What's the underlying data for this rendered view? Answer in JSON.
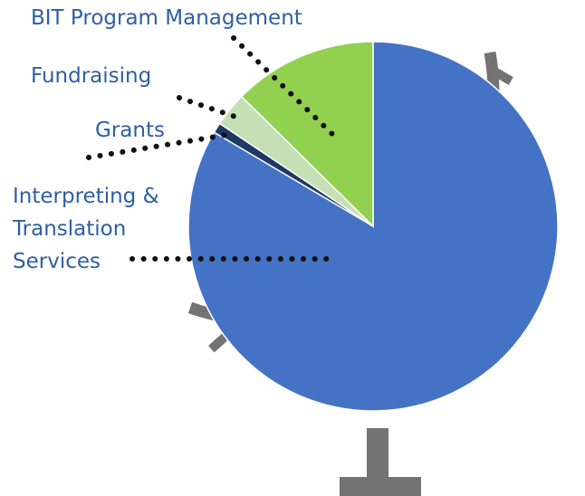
{
  "colors": {
    "label_text": "#2e5fa3",
    "stand": "#737373",
    "leader": "#111111"
  },
  "chart_data": {
    "type": "pie",
    "title": "",
    "slices": [
      {
        "label": "Interpreting & Translation Services",
        "lines": [
          "Interpreting &",
          "Translation",
          "Services"
        ],
        "value": 83.5,
        "color": "#4472c4"
      },
      {
        "label": "Grants",
        "lines": [
          "Grants"
        ],
        "value": 0.9,
        "color": "#1f3864"
      },
      {
        "label": "Fundraising",
        "lines": [
          "Fundraising"
        ],
        "value": 3.0,
        "color": "#c5e0b4"
      },
      {
        "label": "BIT Program Management",
        "lines": [
          "BIT Program Management"
        ],
        "value": 12.6,
        "color": "#92d050"
      }
    ],
    "start_angle_deg": 0,
    "direction": "clockwise",
    "decoration": "globe-stand"
  }
}
